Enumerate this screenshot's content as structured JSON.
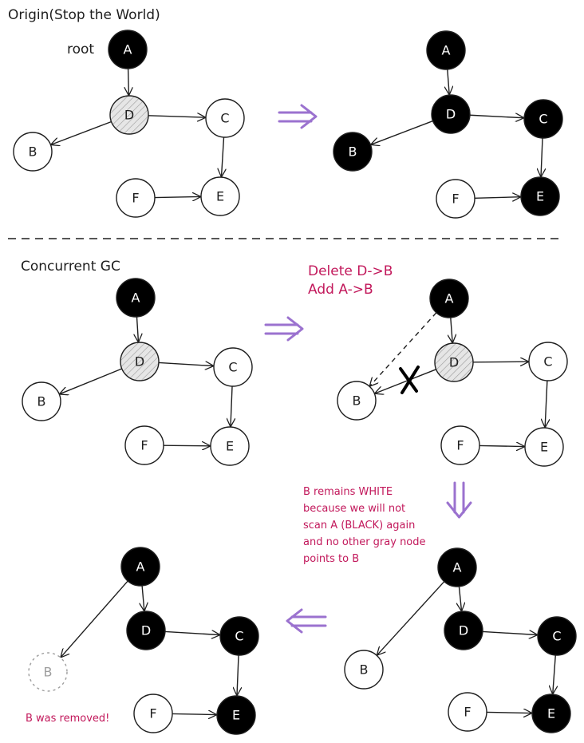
{
  "titles": {
    "origin": "Origin(Stop the World)",
    "concurrent": "Concurrent GC"
  },
  "labels": {
    "root": "root",
    "delete": "Delete D->B",
    "add": "Add A->B",
    "remains_1": "B remains WHITE",
    "remains_2": "because we will not",
    "remains_3": "scan A (BLACK) again",
    "remains_4": "and no other gray node",
    "remains_5": "points to B",
    "removed": "B was removed!"
  },
  "node_names": {
    "A": "A",
    "B": "B",
    "C": "C",
    "D": "D",
    "E": "E",
    "F": "F"
  },
  "colors": {
    "white": "#ffffff",
    "black": "#000000",
    "gray": "#d9d9d9",
    "stroke": "#1e1e1e",
    "accent_pink": "#c2185b",
    "arrow_purple": "#9b72cf",
    "removed_gray": "#9e9e9e"
  },
  "panels": [
    {
      "id": "p1",
      "nodes": {
        "A": "black",
        "B": "white",
        "C": "white",
        "D": "gray",
        "E": "white",
        "F": "white"
      }
    },
    {
      "id": "p2",
      "nodes": {
        "A": "black",
        "B": "black",
        "C": "black",
        "D": "black",
        "E": "black",
        "F": "white"
      }
    },
    {
      "id": "p3",
      "nodes": {
        "A": "black",
        "B": "white",
        "C": "white",
        "D": "gray",
        "E": "white",
        "F": "white"
      }
    },
    {
      "id": "p4",
      "nodes": {
        "A": "black",
        "B": "white",
        "C": "white",
        "D": "gray",
        "E": "white",
        "F": "white"
      }
    },
    {
      "id": "p5",
      "nodes": {
        "A": "black",
        "B": "white",
        "C": "black",
        "D": "black",
        "E": "black",
        "F": "white"
      }
    },
    {
      "id": "p6",
      "nodes": {
        "A": "black",
        "B": "removed",
        "C": "black",
        "D": "black",
        "E": "black",
        "F": "white"
      }
    }
  ]
}
